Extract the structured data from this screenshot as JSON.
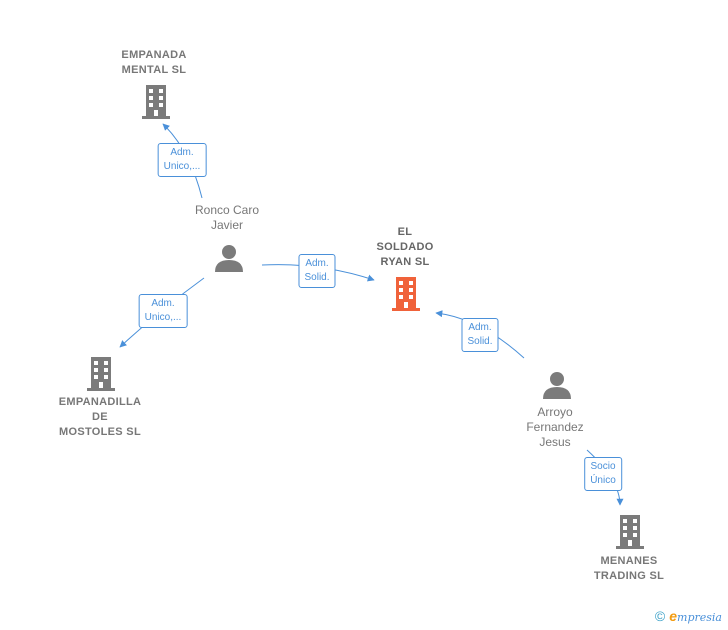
{
  "colors": {
    "edge": "#4a90d9",
    "company": "#7b7b7b",
    "company_main": "#f0623a",
    "person": "#7b7b7b",
    "label": "#777777"
  },
  "nodes": {
    "empanada_mental": {
      "label": "EMPANADA\nMENTAL  SL",
      "icon": "building-icon"
    },
    "ronco_caro": {
      "label": "Ronco Caro\nJavier",
      "icon": "person-icon"
    },
    "el_soldado": {
      "label": "EL\nSOLDADO\nRYAN  SL",
      "icon": "building-icon"
    },
    "empanadilla": {
      "label": "EMPANADILLA\nDE\nMOSTOLES  SL",
      "icon": "building-icon"
    },
    "arroyo": {
      "label": "Arroyo\nFernandez\nJesus",
      "icon": "person-icon"
    },
    "menanes": {
      "label": "MENANES\nTRADING  SL",
      "icon": "building-icon"
    }
  },
  "edges": {
    "ronco_to_empanada": "Adm.\nUnico,...",
    "ronco_to_soldado": "Adm.\nSolid.",
    "ronco_to_empanadilla": "Adm.\nUnico,...",
    "arroyo_to_soldado": "Adm.\nSolid.",
    "arroyo_to_menanes": "Socio\nÚnico"
  },
  "footer": {
    "copyright": "©",
    "brand_e": "e",
    "brand": "mpresia"
  }
}
